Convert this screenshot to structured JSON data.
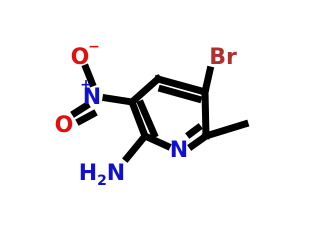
{
  "molecule": {
    "atoms": {
      "br": {
        "text": "Br",
        "color": "#b03030"
      },
      "n_ring": {
        "text": "N",
        "color": "#1010d0"
      },
      "n_nitro": {
        "text": "N",
        "color": "#1010d0"
      },
      "n_nitro_charge": {
        "text": "+",
        "color": "#1010d0"
      },
      "o_top": {
        "text": "O",
        "color": "#e01010"
      },
      "o_top_charge": {
        "text": "−",
        "color": "#e01010"
      },
      "o_left": {
        "text": "O",
        "color": "#e01010"
      },
      "amine_h": {
        "text": "H",
        "color": "#1010d0"
      },
      "amine_sub": {
        "text": "2",
        "color": "#1010d0"
      },
      "amine_n": {
        "text": "N",
        "color": "#1010d0"
      }
    },
    "bond_color": "#000000"
  }
}
